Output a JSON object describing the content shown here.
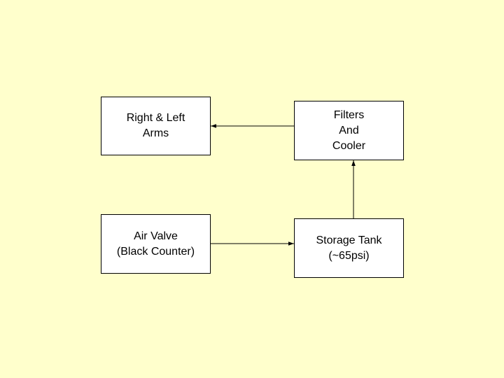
{
  "diagram": {
    "background_color": "#FFFFCC",
    "box_fill": "#FFFFFF",
    "stroke_color": "#000000",
    "nodes": {
      "arms": {
        "lines": [
          "Right & Left",
          "Arms"
        ]
      },
      "filters": {
        "lines": [
          "Filters",
          "And",
          "Cooler"
        ]
      },
      "valve": {
        "lines": [
          "Air Valve",
          "(Black Counter)"
        ]
      },
      "tank": {
        "lines": [
          "Storage Tank",
          "(~65psi)"
        ]
      }
    },
    "edges": [
      {
        "from": "valve",
        "to": "tank"
      },
      {
        "from": "tank",
        "to": "filters"
      },
      {
        "from": "filters",
        "to": "arms"
      }
    ]
  }
}
